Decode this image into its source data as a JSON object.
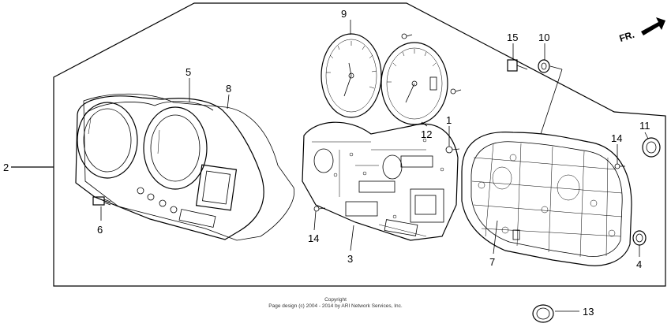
{
  "diagram": {
    "callouts": {
      "n1": "1",
      "n2": "2",
      "n3": "3",
      "n4": "4",
      "n5": "5",
      "n6": "6",
      "n7": "7",
      "n8": "8",
      "n9": "9",
      "n10": "10",
      "n11": "11",
      "n12": "12",
      "n13": "13",
      "n14a": "14",
      "n14b": "14",
      "n15": "15"
    },
    "direction_label": "FR.",
    "copyright_line1": "Copyright",
    "copyright_line2": "Page design (c) 2004 - 2014 by ARI Network Services, Inc."
  }
}
